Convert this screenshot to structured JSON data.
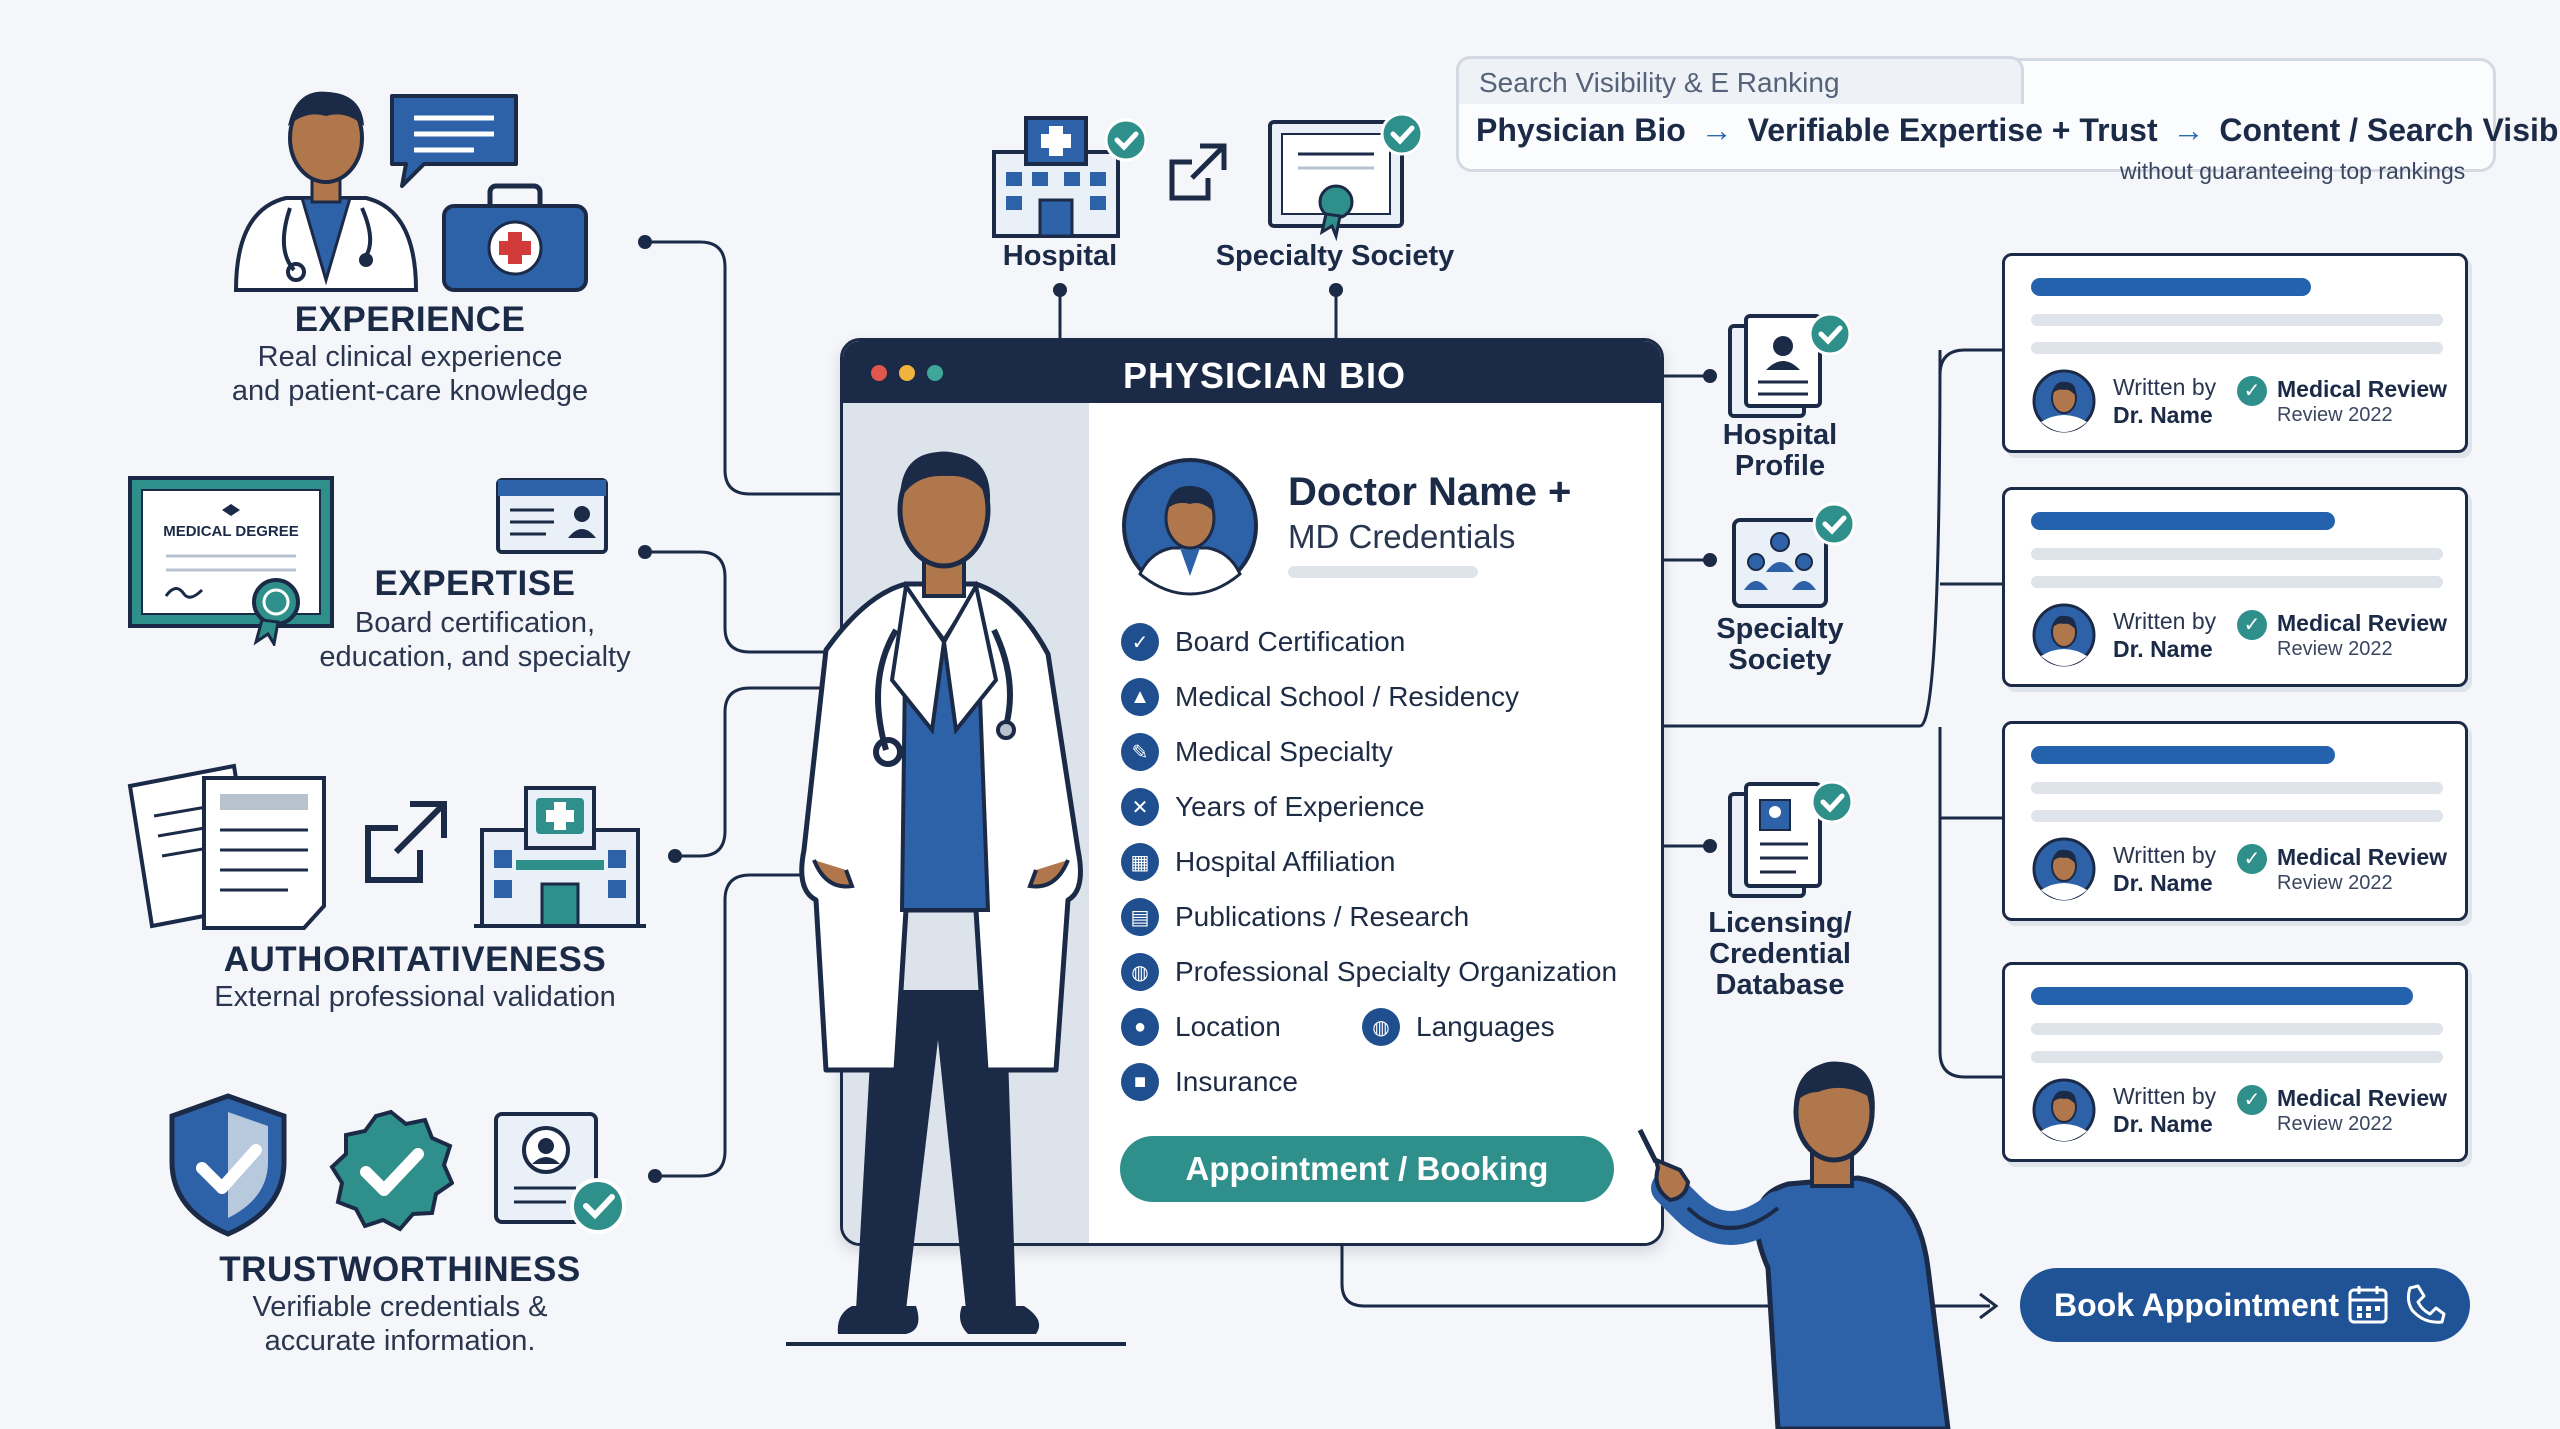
{
  "pillars": {
    "experience": {
      "title": "EXPERIENCE",
      "line1": "Real clinical experience",
      "line2": "and patient-care knowledge"
    },
    "expertise": {
      "title": "EXPERTISE",
      "line1": "Board certification,",
      "line2": "education, and specialty",
      "diploma_text": "MEDICAL DEGREE"
    },
    "authoritativeness": {
      "title": "AUTHORITATIVENESS",
      "line1": "External professional validation"
    },
    "trustworthiness": {
      "title": "TRUSTWORTHINESS",
      "line1": "Verifiable credentials &",
      "line2": "accurate information."
    }
  },
  "top_sources": {
    "hospital": "Hospital",
    "specialty_society": "Specialty Society"
  },
  "search_banner": {
    "tab_label": "Search Visibility & E Ranking",
    "flow_1": "Physician Bio",
    "flow_2": "Verifiable Expertise + Trust",
    "flow_3": "Content / Search Visibility",
    "arrow": "→",
    "note": "without guaranteeing top rankings"
  },
  "bio": {
    "window_title": "PHYSICIAN BIO",
    "doctor_name": "Doctor Name +",
    "doctor_credentials": "MD Credentials",
    "items": [
      {
        "label": "Board Certification",
        "icon": "check-icon"
      },
      {
        "label": "Medical School / Residency",
        "icon": "graduation-cap-icon"
      },
      {
        "label": "Medical Specialty",
        "icon": "syringe-icon"
      },
      {
        "label": "Years of Experience",
        "icon": "cross-icon"
      },
      {
        "label": "Hospital Affiliation",
        "icon": "building-icon"
      },
      {
        "label": "Publications / Research",
        "icon": "document-icon"
      },
      {
        "label": "Professional Specialty Organization",
        "icon": "globe-icon"
      },
      {
        "label": "Location",
        "icon": "location-pin-icon"
      },
      {
        "label": "Languages",
        "icon": "globe-icon"
      },
      {
        "label": "Insurance",
        "icon": "lock-icon"
      }
    ],
    "appointment_button": "Appointment / Booking"
  },
  "validation": {
    "hospital_profile_1": "Hospital",
    "hospital_profile_2": "Profile",
    "specialty_society_1": "Specialty",
    "specialty_society_2": "Society",
    "licensing_1": "Licensing/",
    "licensing_2": "Credential",
    "licensing_3": "Database"
  },
  "cards": [
    {
      "written_by": "Written by",
      "author": "Dr. Name",
      "review": "Medical Review",
      "review_year": "Review 2022"
    },
    {
      "written_by": "Written by",
      "author": "Dr. Name",
      "review": "Medical Review",
      "review_year": "Review 2022"
    },
    {
      "written_by": "Written by",
      "author": "Dr. Name",
      "review": "Medical Review",
      "review_year": "Review 2022"
    },
    {
      "written_by": "Written by",
      "author": "Dr. Name",
      "review": "Medical Review",
      "review_year": "Review 2022"
    }
  ],
  "book_button": "Book Appointment",
  "colors": {
    "navy": "#1b2a47",
    "blue": "#1f5396",
    "teal": "#2f8f8a",
    "background": "#f4f6f9",
    "skin": "#b0774d",
    "red": "#d23b3b"
  }
}
